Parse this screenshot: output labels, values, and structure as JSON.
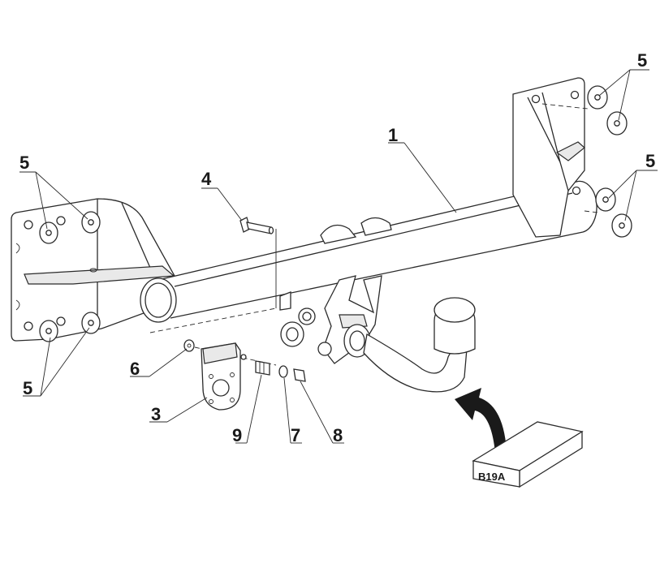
{
  "callouts": {
    "main_bar": "1",
    "electric_plate": "3",
    "bolt": "4",
    "washer": "5",
    "washer_small": "6",
    "washer_flat": "7",
    "nut": "8",
    "spring_washer": "9"
  },
  "box_label": "B19A",
  "colors": {
    "line": "#2b2b2b",
    "shade": "#e9e9e9",
    "background": "#ffffff"
  }
}
